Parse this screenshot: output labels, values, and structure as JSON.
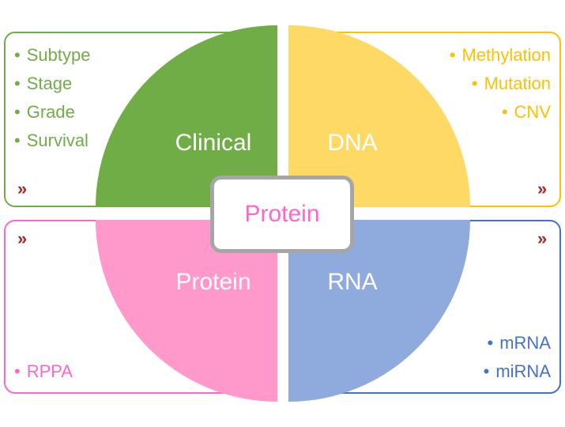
{
  "center_label": "Protein",
  "quadrants": {
    "clinical": {
      "label": "Clinical",
      "color": "#70ad47"
    },
    "dna": {
      "label": "DNA",
      "color": "#ffd966"
    },
    "protein": {
      "label": "Protein",
      "color": "#ff99cc"
    },
    "rna": {
      "label": "RNA",
      "color": "#8faadc"
    }
  },
  "lists": {
    "clinical": {
      "items": [
        "Subtype",
        "Stage",
        "Grade",
        "Survival"
      ],
      "color": "#70ad47"
    },
    "dna": {
      "items": [
        "Methylation",
        "Mutation",
        "CNV"
      ],
      "color": "#ffc000"
    },
    "protein": {
      "items": [
        "RPPA"
      ],
      "color": "#ff66cc"
    },
    "rna": {
      "items": [
        "mRNA",
        "miRNA"
      ],
      "color": "#4472c4"
    }
  },
  "chevron": "»",
  "bullet": "•"
}
